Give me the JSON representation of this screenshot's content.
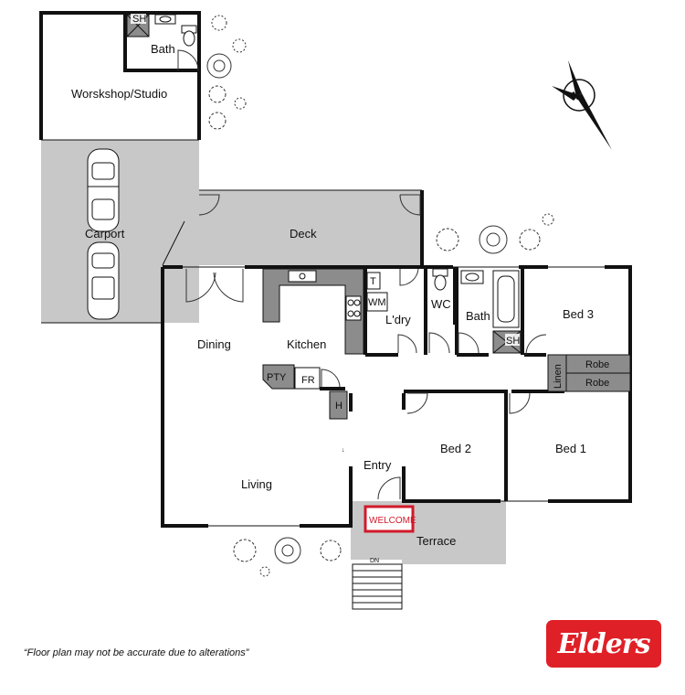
{
  "rooms": {
    "workshop": "Worskshop/Studio",
    "bath_top": "Bath",
    "sh_top": "SH",
    "carport": "Carport",
    "deck": "Deck",
    "dining": "Dining",
    "kitchen": "Kitchen",
    "pty": "PTY",
    "fr": "FR",
    "h": "H",
    "t": "T",
    "wm": "WM",
    "laundry": "L'dry",
    "wc": "WC",
    "bath": "Bath",
    "sh": "SH",
    "bed3": "Bed 3",
    "linen": "Linen",
    "robe1": "Robe",
    "robe2": "Robe",
    "bed2": "Bed 2",
    "bed1": "Bed 1",
    "entry": "Entry",
    "living": "Living",
    "terrace": "Terrace",
    "dn": "DN"
  },
  "welcome": "WELCOME",
  "disclaimer": "“Floor plan may not be accurate due to alterations”",
  "logo": "Elders",
  "colors": {
    "paved": "#c8c8c8",
    "fixture": "#8c8c8c",
    "brand": "#e02027",
    "welcome": "#d11a2a"
  },
  "icons": [
    "compass-icon",
    "car-icon",
    "tree-icon",
    "toilet-icon",
    "bathtub-icon",
    "sink-icon",
    "stove-icon"
  ]
}
